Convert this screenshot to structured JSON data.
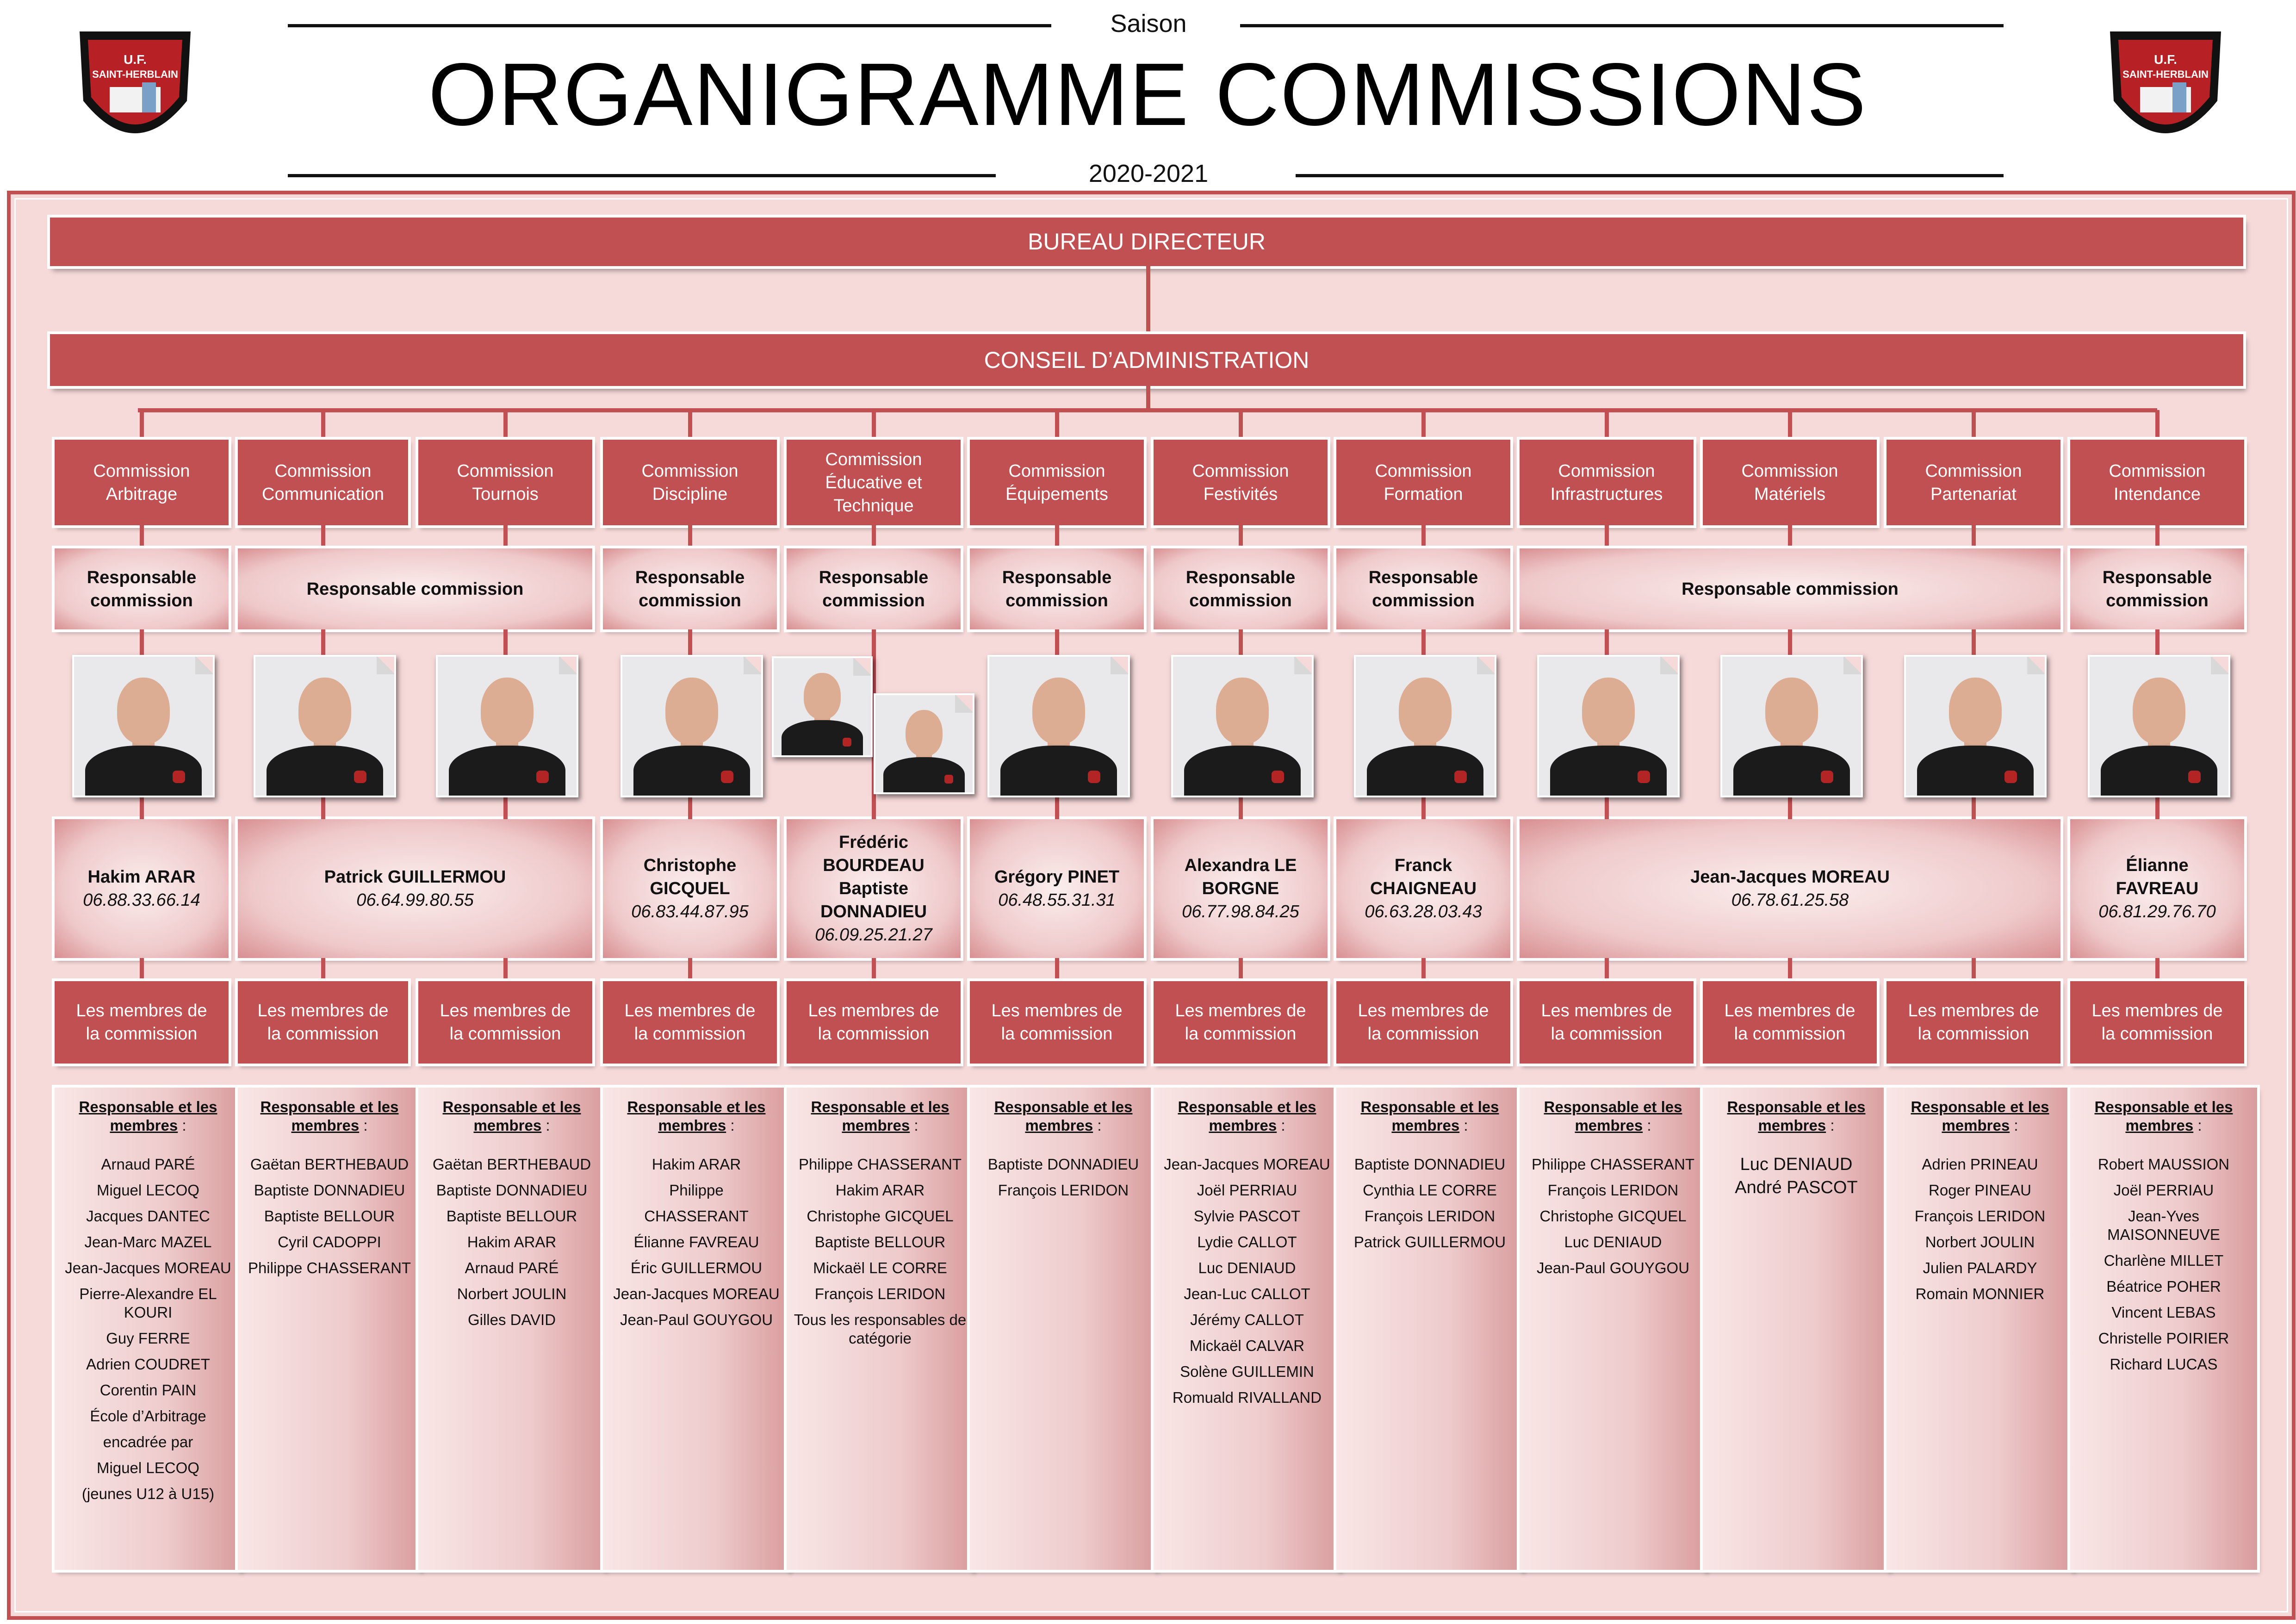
{
  "header": {
    "season_label": "Saison",
    "title": "ORGANIGRAMME COMMISSIONS",
    "year": "2020-2021",
    "logo_text_top": "U.F.",
    "logo_text_mid": "SAINT-HERBLAIN"
  },
  "colors": {
    "accent": "#c05052",
    "panel_bg": "#f6d9d9"
  },
  "bureau": "BUREAU DIRECTEUR",
  "conseil": "CONSEIL D’ADMINISTRATION",
  "commissions": [
    {
      "label": "Commission Arbitrage"
    },
    {
      "label": "Commission Communication"
    },
    {
      "label": "Commission Tournois"
    },
    {
      "label": "Commission Discipline"
    },
    {
      "label": "Commission Éducative et Technique"
    },
    {
      "label": "Commission Équipements"
    },
    {
      "label": "Commission Festivités"
    },
    {
      "label": "Commission Formation"
    },
    {
      "label": "Commission Infrastructures"
    },
    {
      "label": "Commission Matériels"
    },
    {
      "label": "Commission Partenariat"
    },
    {
      "label": "Commission Intendance"
    }
  ],
  "responsables": [
    {
      "label": "Responsable commission"
    },
    {
      "label": "Responsable commission"
    },
    {
      "label": "Responsable commission"
    },
    {
      "label": "Responsable commission"
    },
    {
      "label": "Responsable commission"
    },
    {
      "label": "Responsable commission"
    },
    {
      "label": "Responsable commission"
    },
    {
      "label": "Responsable commission"
    },
    {
      "label": "Responsable commission"
    }
  ],
  "names": [
    {
      "name": "Hakim ARAR",
      "phone": "06.88.33.66.14"
    },
    {
      "name": "Patrick GUILLERMOU",
      "phone": "06.64.99.80.55"
    },
    {
      "name": "Christophe GICQUEL",
      "phone": "06.83.44.87.95"
    },
    {
      "name": "Frédéric BOURDEAU Baptiste DONNADIEU",
      "phone": "06.09.25.21.27"
    },
    {
      "name": "Grégory PINET",
      "phone": "06.48.55.31.31"
    },
    {
      "name": "Alexandra LE BORGNE",
      "phone": "06.77.98.84.25"
    },
    {
      "name": "Franck CHAIGNEAU",
      "phone": "06.63.28.03.43"
    },
    {
      "name": "Jean-Jacques MOREAU",
      "phone": "06.78.61.25.58"
    },
    {
      "name": "Élianne FAVREAU",
      "phone": "06.81.29.76.70"
    }
  ],
  "members_label": "Les membres de la commission",
  "list_header": "Responsable et les membres",
  "list_header_suffix": " :",
  "lists": [
    [
      "Arnaud PARÉ",
      "Miguel LECOQ",
      "Jacques DANTEC",
      "Jean-Marc MAZEL",
      "Jean-Jacques MOREAU",
      "Pierre-Alexandre EL KOURI",
      "Guy FERRE",
      "Adrien COUDRET",
      "Corentin PAIN",
      "École d’Arbitrage",
      "encadrée par",
      "Miguel LECOQ",
      "(jeunes U12 à U15)"
    ],
    [
      "Gaëtan BERTHEBAUD",
      "Baptiste DONNADIEU",
      "Baptiste BELLOUR",
      "Cyril CADOPPI",
      "Philippe CHASSERANT"
    ],
    [
      "Gaëtan BERTHEBAUD",
      "Baptiste DONNADIEU",
      "Baptiste BELLOUR",
      "Hakim ARAR",
      "Arnaud PARÉ",
      "Norbert JOULIN",
      "Gilles DAVID"
    ],
    [
      "Hakim ARAR",
      "Philippe",
      "CHASSERANT",
      "Élianne FAVREAU",
      "Éric GUILLERMOU",
      "Jean-Jacques MOREAU",
      "Jean-Paul GOUYGOU"
    ],
    [
      "Philippe CHASSERANT",
      "Hakim ARAR",
      "Christophe GICQUEL",
      "Baptiste BELLOUR",
      "Mickaël LE CORRE",
      "François LERIDON",
      "Tous les responsables de catégorie"
    ],
    [
      "Baptiste DONNADIEU",
      "François LERIDON"
    ],
    [
      "Jean-Jacques MOREAU",
      "Joël PERRIAU",
      "Sylvie PASCOT",
      "Lydie CALLOT",
      "Luc DENIAUD",
      "Jean-Luc CALLOT",
      "Jérémy CALLOT",
      "Mickaël CALVAR",
      "Solène GUILLEMIN",
      "Romuald RIVALLAND"
    ],
    [
      "Baptiste DONNADIEU",
      "Cynthia LE CORRE",
      "François LERIDON",
      "Patrick GUILLERMOU"
    ],
    [
      "Philippe CHASSERANT",
      "François LERIDON",
      "Christophe GICQUEL",
      "Luc DENIAUD",
      "Jean-Paul GOUYGOU"
    ],
    [
      "Luc DENIAUD",
      "André PASCOT"
    ],
    [
      "Adrien PRINEAU",
      "Roger PINEAU",
      "François LERIDON",
      "Norbert JOULIN",
      "Julien PALARDY",
      "Romain MONNIER"
    ],
    [
      "Robert MAUSSION",
      "Joël PERRIAU",
      "Jean-Yves MAISONNEUVE",
      "Charlène MILLET",
      "Béatrice POHER",
      "Vincent LEBAS",
      "Christelle POIRIER",
      "Richard LUCAS"
    ]
  ]
}
